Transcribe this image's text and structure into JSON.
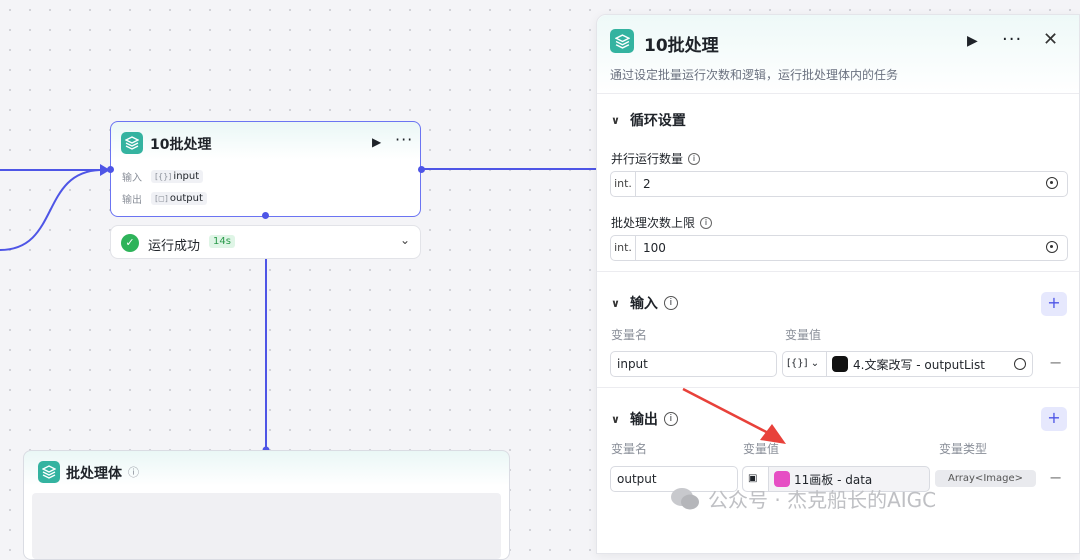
{
  "canvas": {
    "node": {
      "title": "10批处理",
      "input_label": "输入",
      "input_type": "[{}]",
      "input_name": "input",
      "output_label": "输出",
      "output_type": "[◻]",
      "output_name": "output"
    },
    "status": {
      "text": "运行成功",
      "time": "14s"
    },
    "body_node": {
      "title": "批处理体"
    }
  },
  "panel": {
    "title": "10批处理",
    "description": "通过设定批量运行次数和逻辑，运行批处理体内的任务",
    "loop_section": "循环设置",
    "parallel_label": "并行运行数量",
    "parallel_type": "int.",
    "parallel_value": "2",
    "limit_label": "批处理次数上限",
    "limit_type": "int.",
    "limit_value": "100",
    "input_section": "输入",
    "var_name_header": "变量名",
    "var_value_header": "变量值",
    "input_var_name": "input",
    "input_ref_type": "[{}]",
    "input_ref_text": "4.文案改写 - outputList",
    "output_section": "输出",
    "var_type_header": "变量类型",
    "output_var_name": "output",
    "output_ref_text": "11画板 - data",
    "output_type": "Array<Image>"
  },
  "watermark": "公众号 · 杰克船长的AIGC",
  "colors": {
    "accent": "#4e55e6",
    "teal": "#34b3a0",
    "success": "#2eb35a",
    "arrow": "#e8413a"
  }
}
